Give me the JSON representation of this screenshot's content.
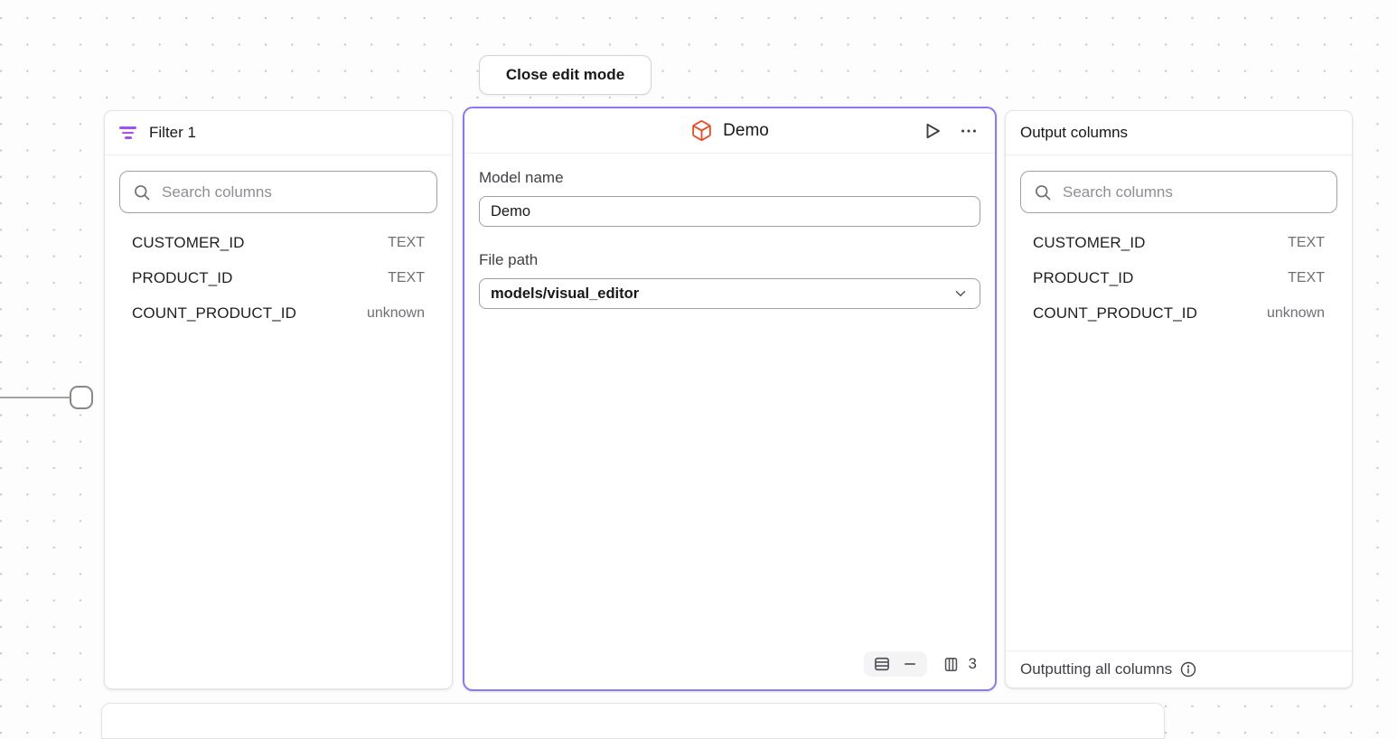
{
  "canvas": {
    "close_button_label": "Close edit mode"
  },
  "filter_panel": {
    "title": "Filter 1",
    "search_placeholder": "Search columns",
    "columns": [
      {
        "name": "CUSTOMER_ID",
        "type": "TEXT"
      },
      {
        "name": "PRODUCT_ID",
        "type": "TEXT"
      },
      {
        "name": "COUNT_PRODUCT_ID",
        "type": "unknown"
      }
    ]
  },
  "model_panel": {
    "title": "Demo",
    "model_name_label": "Model name",
    "model_name_value": "Demo",
    "file_path_label": "File path",
    "file_path_value": "models/visual_editor",
    "column_count": "3"
  },
  "output_panel": {
    "title": "Output columns",
    "search_placeholder": "Search columns",
    "columns": [
      {
        "name": "CUSTOMER_ID",
        "type": "TEXT"
      },
      {
        "name": "PRODUCT_ID",
        "type": "TEXT"
      },
      {
        "name": "COUNT_PRODUCT_ID",
        "type": "unknown"
      }
    ],
    "footer_text": "Outputting all columns"
  },
  "colors": {
    "selection_accent": "#8b79ef",
    "filter_icon": "#a34ff2",
    "model_icon": "#e4502d",
    "text_primary": "#18181b",
    "text_secondary": "#6f6f78"
  }
}
